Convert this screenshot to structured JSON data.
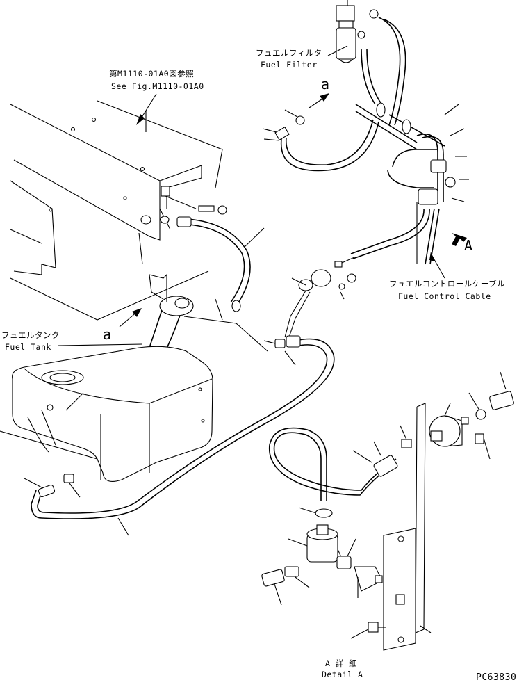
{
  "labels": {
    "see_fig_jp": "第M1110-01A0図参照",
    "see_fig_en": "See Fig.M1110-01A0",
    "fuel_filter_jp": "フュエルフィルタ",
    "fuel_filter_en": "Fuel Filter",
    "fuel_tank_jp": "フュエルタンク",
    "fuel_tank_en": "Fuel Tank",
    "fuel_control_cable_jp": "フュエルコントロールケーブル",
    "fuel_control_cable_en": "Fuel Control Cable",
    "detail_jp": "A 詳 細",
    "detail_en": "Detail A",
    "ref_a_upper": "a",
    "ref_a_lower": "a",
    "view_arrow_a": "A",
    "drawing_code": "PC63830"
  }
}
